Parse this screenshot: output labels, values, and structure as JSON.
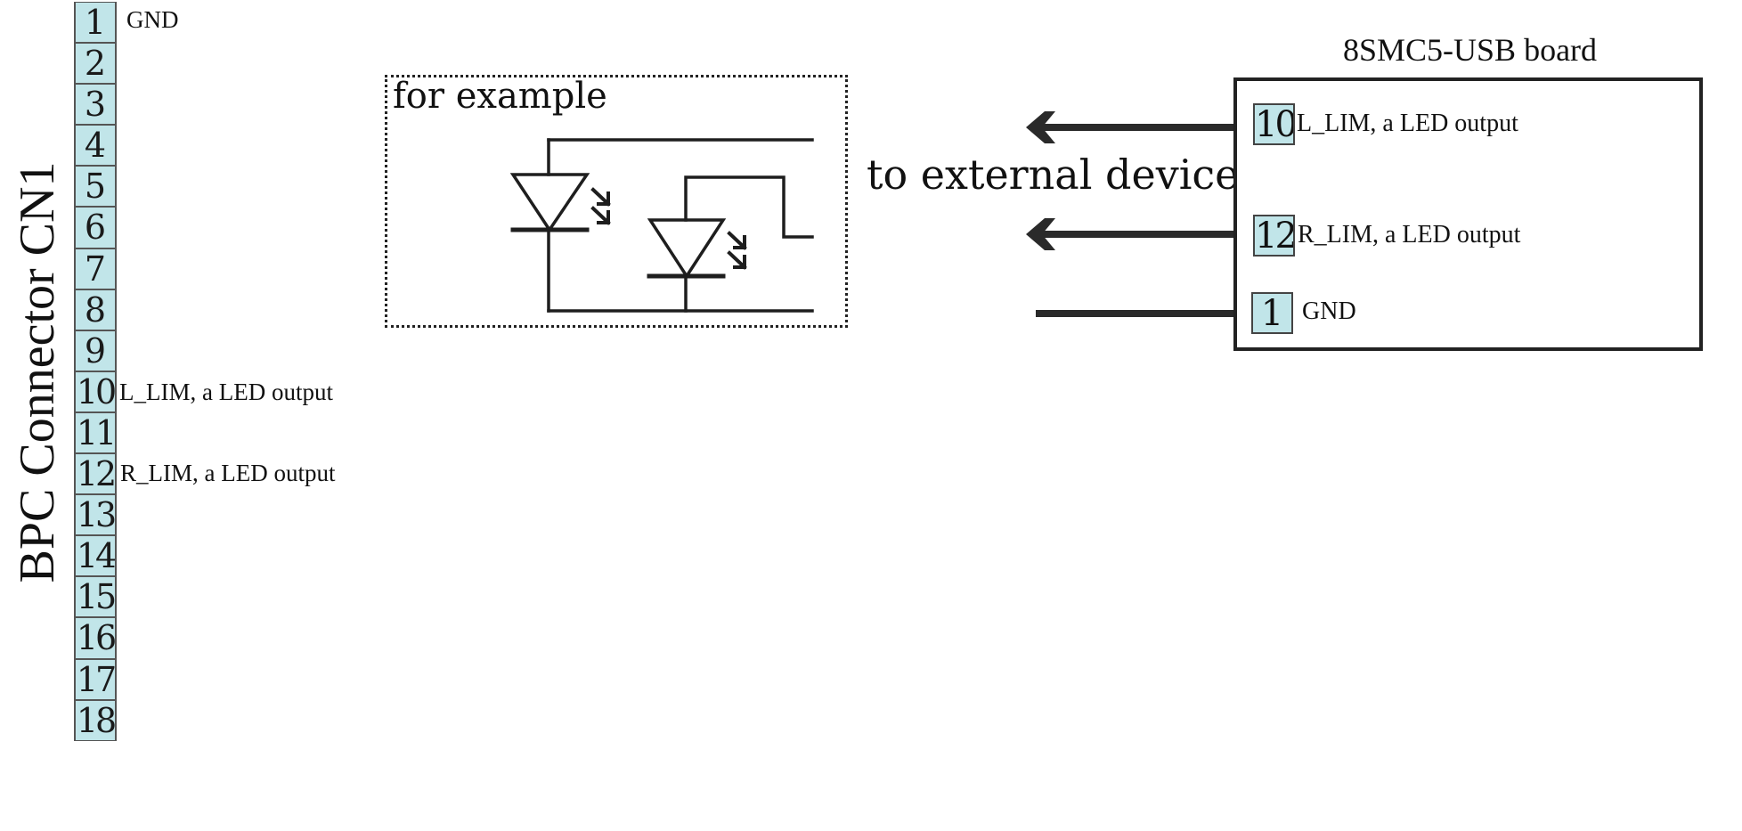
{
  "connector": {
    "title": "BPC Connector CN1",
    "pins": [
      "1",
      "2",
      "3",
      "4",
      "5",
      "6",
      "7",
      "8",
      "9",
      "10",
      "11",
      "12",
      "13",
      "14",
      "15",
      "16",
      "17",
      "18"
    ],
    "labels": [
      {
        "pin": "1",
        "text": "GND"
      },
      {
        "pin": "10",
        "text": "L_LIM, a LED output"
      },
      {
        "pin": "12",
        "text": "R_LIM, a LED output"
      }
    ],
    "pin_color": "#c1e5e9"
  },
  "example": {
    "title": "for example",
    "components": [
      "led-1",
      "led-2"
    ]
  },
  "external": {
    "label": "to external device",
    "signals": [
      {
        "name": "L_LIM",
        "direction": "out",
        "arrow": true
      },
      {
        "name": "R_LIM",
        "direction": "out",
        "arrow": true
      },
      {
        "name": "GND",
        "arrow": false
      }
    ]
  },
  "board": {
    "title": "8SMC5-USB board",
    "pins": [
      {
        "pin": "10",
        "label": "L_LIM, a LED output"
      },
      {
        "pin": "12",
        "label": "R_LIM, a LED output"
      },
      {
        "pin": "1",
        "label": "GND"
      }
    ]
  }
}
